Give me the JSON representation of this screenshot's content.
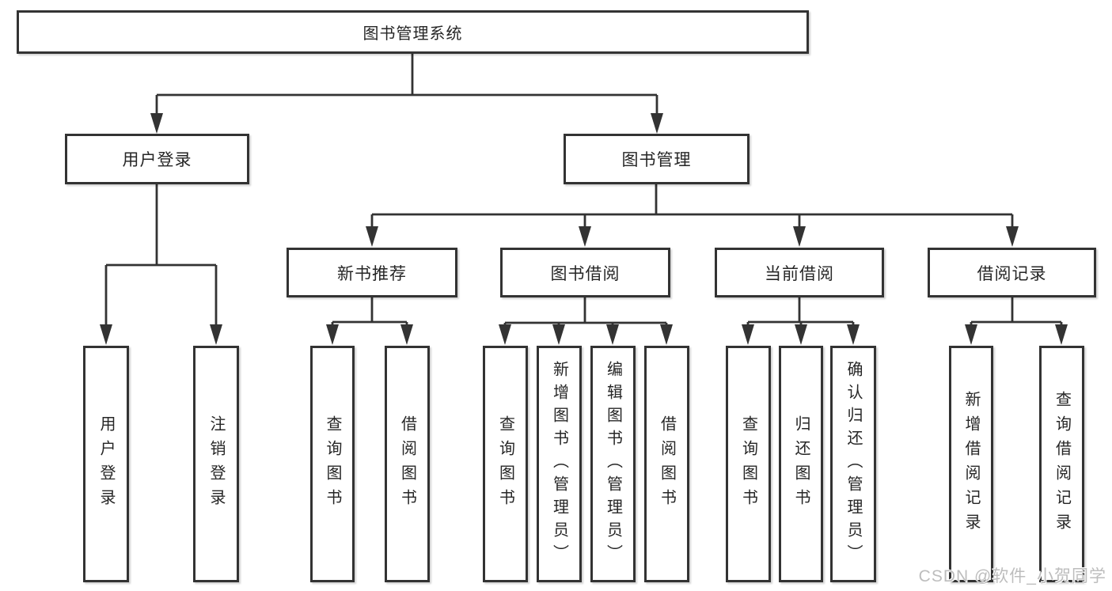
{
  "tree": {
    "label": "图书管理系统",
    "children": [
      {
        "label": "用户登录",
        "children": [
          {
            "label": "用户登录"
          },
          {
            "label": "注销登录"
          }
        ]
      },
      {
        "label": "图书管理",
        "children": [
          {
            "label": "新书推荐",
            "children": [
              {
                "label": "查询图书"
              },
              {
                "label": "借阅图书"
              }
            ]
          },
          {
            "label": "图书借阅",
            "children": [
              {
                "label": "查询图书"
              },
              {
                "label": "新增图书（管理员）"
              },
              {
                "label": "编辑图书（管理员）"
              },
              {
                "label": "借阅图书"
              }
            ]
          },
          {
            "label": "当前借阅",
            "children": [
              {
                "label": "查询图书"
              },
              {
                "label": "归还图书"
              },
              {
                "label": "确认归还（管理员）"
              }
            ]
          },
          {
            "label": "借阅记录",
            "children": [
              {
                "label": "新增借阅记录"
              },
              {
                "label": "查询借阅记录"
              }
            ]
          }
        ]
      }
    ]
  },
  "watermark": {
    "text": "CSDN @软件_小贺同学"
  },
  "colors": {
    "line": "#333333",
    "box_border": "#333333",
    "box_background": "#ffffff",
    "text": "#262626",
    "watermark": "#bdbdbd"
  }
}
